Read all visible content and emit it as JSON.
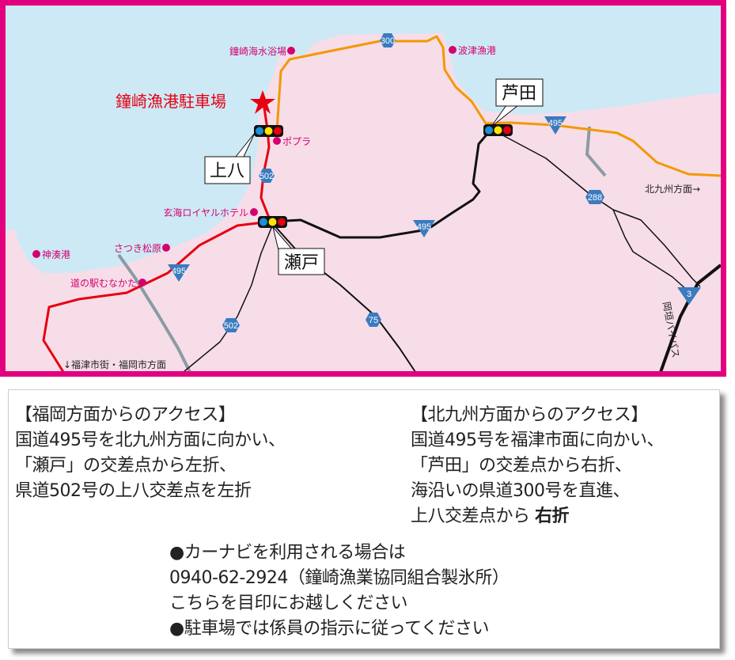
{
  "map": {
    "destination": "鐘崎漁港駐車場",
    "intersections": [
      "上八",
      "瀬戸",
      "芦田"
    ],
    "pois": [
      "鐘崎海水浴場",
      "ポプラ",
      "玄海ロイヤルホテル",
      "さつき松原",
      "神湊港",
      "道の駅むなかた",
      "波津漁港"
    ],
    "routes": {
      "r300": "300",
      "r502a": "502",
      "r502b": "502",
      "r75": "75",
      "r288": "288",
      "r495a": "495",
      "r495b": "495",
      "r495c": "495",
      "r3": "3"
    },
    "directions": {
      "kitakyushu": "北九州方面→",
      "fukuoka": "↓福津市街・福岡市方面",
      "bypass": "岡垣バイパス"
    },
    "colors": {
      "border": "#e2007f",
      "sea": "#cde9f5",
      "land": "#f7dde8",
      "red_road": "#e60012",
      "orange_road": "#f39800",
      "shield": "#3a7bbf"
    }
  },
  "info": {
    "fukuoka": [
      "【福岡方面からのアクセス】",
      "国道495号を北九州方面に向かい、",
      "「瀬戸」の交差点から左折、",
      "県道502号の上八交差点を左折"
    ],
    "kitakyushu": [
      "【北九州方面からのアクセス】",
      "国道495号を福津市面に向かい、",
      "「芦田」の交差点から右折、",
      "海沿いの県道300号を直進、",
      "上八交差点から",
      "右折"
    ],
    "notes": [
      "●カーナビを利用される場合は",
      "0940-62-2924（鐘崎漁業協同組合製氷所）",
      "こちらを目印にお越しください",
      "●駐車場では係員の指示に従ってください"
    ]
  }
}
